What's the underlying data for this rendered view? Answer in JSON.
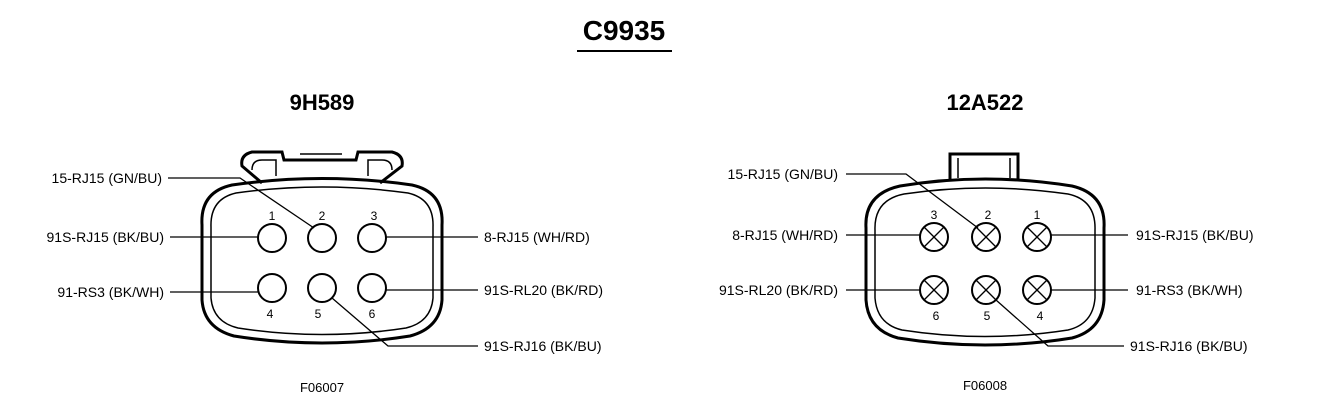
{
  "title": "C9935",
  "left": {
    "part_number": "9H589",
    "figure_id": "F06007",
    "pins": [
      {
        "num": "1",
        "wire": "91S-RJ15 (BK/BU)"
      },
      {
        "num": "2",
        "wire": "15-RJ15 (GN/BU)"
      },
      {
        "num": "3",
        "wire": "8-RJ15 (WH/RD)"
      },
      {
        "num": "4",
        "wire": "91-RS3 (BK/WH)"
      },
      {
        "num": "5",
        "wire": "91S-RJ16 (BK/BU)"
      },
      {
        "num": "6",
        "wire": "91S-RL20 (BK/RD)"
      }
    ]
  },
  "right": {
    "part_number": "12A522",
    "figure_id": "F06008",
    "pins": [
      {
        "num": "1",
        "wire": "91S-RJ15 (BK/BU)"
      },
      {
        "num": "2",
        "wire": "15-RJ15 (GN/BU)"
      },
      {
        "num": "3",
        "wire": "8-RJ15 (WH/RD)"
      },
      {
        "num": "4",
        "wire": "91-RS3 (BK/WH)"
      },
      {
        "num": "5",
        "wire": "91S-RJ16 (BK/BU)"
      },
      {
        "num": "6",
        "wire": "91S-RL20 (BK/RD)"
      }
    ]
  }
}
